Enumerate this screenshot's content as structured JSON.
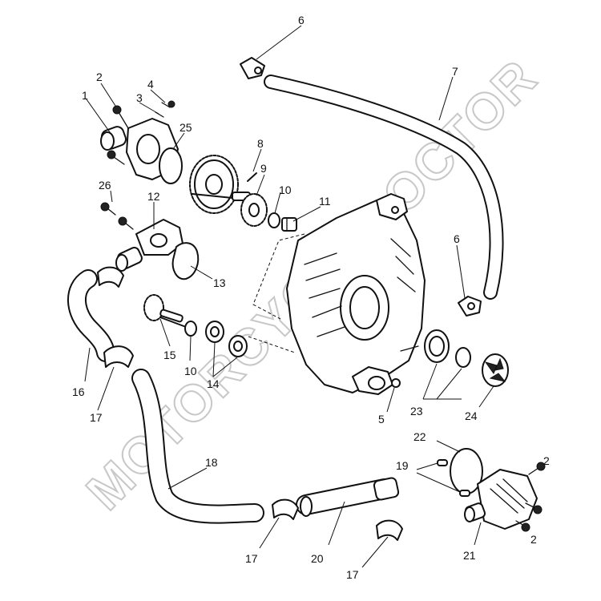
{
  "watermark": "MOTORCYCLEDOCTOR",
  "colors": {
    "line": "#111111",
    "watermark": "#c8c8c8",
    "background": "#ffffff"
  },
  "callouts": {
    "c1": "1",
    "c2a": "2",
    "c2b": "2",
    "c2c": "2",
    "c3": "3",
    "c4": "4",
    "c5": "5",
    "c6a": "6",
    "c6b": "6",
    "c7": "7",
    "c8": "8",
    "c9": "9",
    "c10a": "10",
    "c10b": "10",
    "c11": "11",
    "c12": "12",
    "c13": "13",
    "c14": "14",
    "c15": "15",
    "c16": "16",
    "c17a": "17",
    "c17b": "17",
    "c17c": "17",
    "c18": "18",
    "c19": "19",
    "c20": "20",
    "c21": "21",
    "c22": "22",
    "c23": "23",
    "c24": "24",
    "c25": "25",
    "c26": "26"
  }
}
